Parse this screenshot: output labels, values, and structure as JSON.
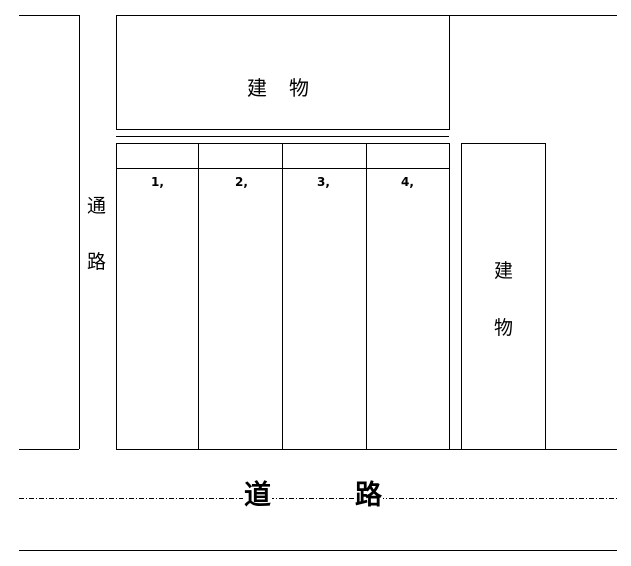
{
  "building_top": {
    "chars": [
      "建",
      "物"
    ]
  },
  "side_passage": {
    "chars": [
      "通",
      "路"
    ]
  },
  "building_right": {
    "chars": [
      "建",
      "物"
    ]
  },
  "lots": [
    {
      "number": "1,"
    },
    {
      "number": "2,"
    },
    {
      "number": "3,"
    },
    {
      "number": "4,"
    }
  ],
  "road": {
    "chars": [
      "道",
      "路"
    ]
  }
}
